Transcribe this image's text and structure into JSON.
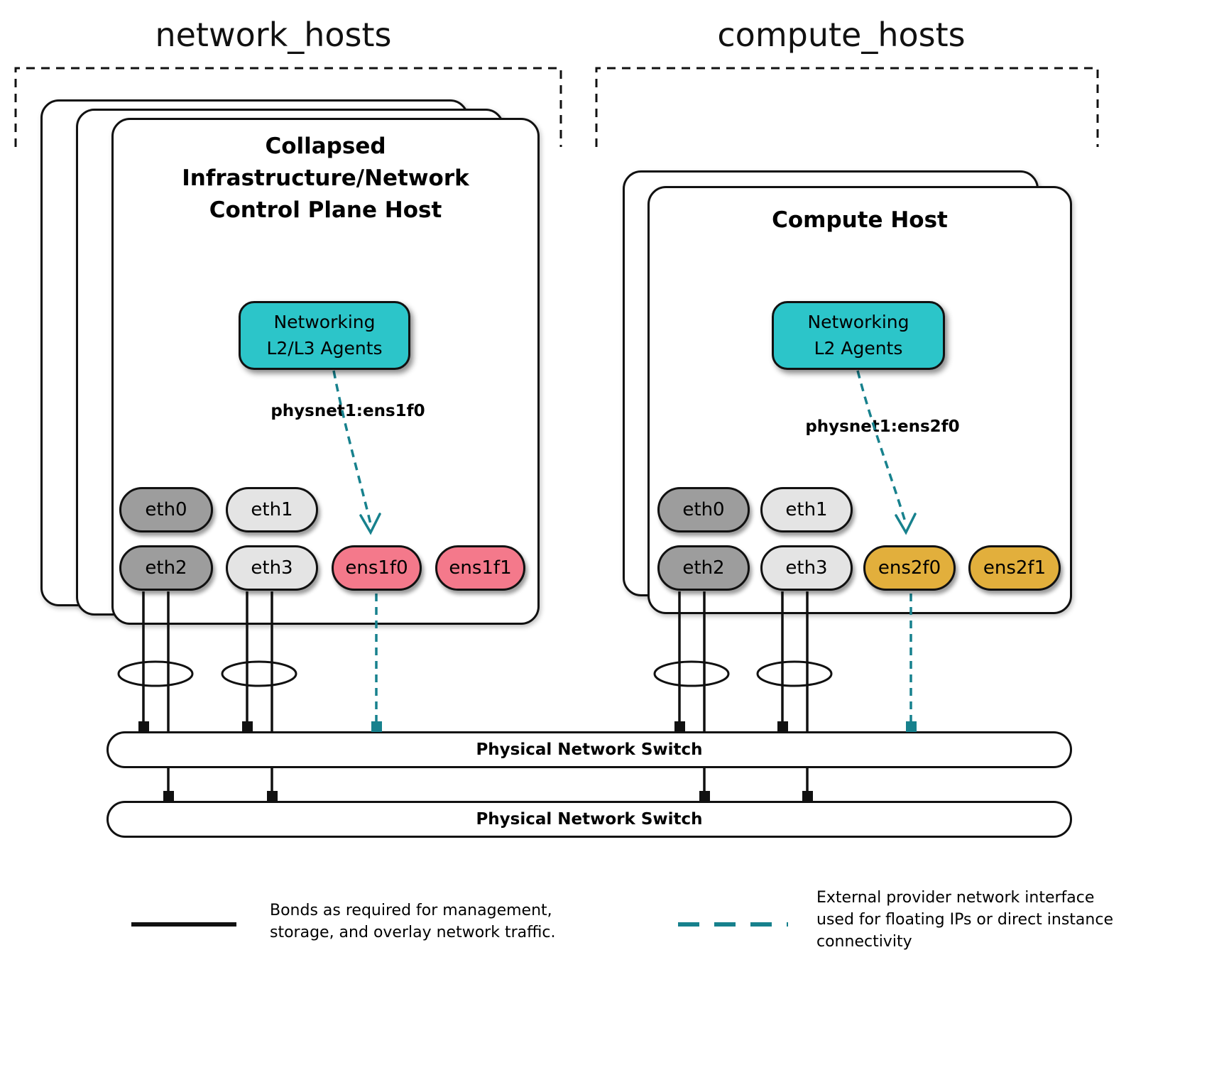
{
  "groups": {
    "network_hosts": {
      "label": "network_hosts"
    },
    "compute_hosts": {
      "label": "compute_hosts"
    }
  },
  "network_host": {
    "title": "Collapsed\nInfrastructure/Network\nControl Plane Host",
    "agent": "Networking\nL2/L3 Agents",
    "physnet": "physnet1:ens1f0",
    "nics": {
      "eth0": "eth0",
      "eth1": "eth1",
      "eth2": "eth2",
      "eth3": "eth3",
      "ens1f0": "ens1f0",
      "ens1f1": "ens1f1"
    }
  },
  "compute_host": {
    "title": "Compute Host",
    "agent": "Networking\nL2 Agents",
    "physnet": "physnet1:ens2f0",
    "nics": {
      "eth0": "eth0",
      "eth1": "eth1",
      "eth2": "eth2",
      "eth3": "eth3",
      "ens2f0": "ens2f0",
      "ens2f1": "ens2f1"
    }
  },
  "switches": {
    "top": "Physical Network Switch",
    "bottom": "Physical Network Switch"
  },
  "legend": {
    "bond_text": "Bonds as required for management, storage, and overlay network traffic.",
    "external_text": "External provider network interface used for floating IPs or direct instance connectivity"
  },
  "colors": {
    "agent_teal": "#2cc5c9",
    "dashed_teal": "#17818d",
    "provider_pink": "#f4798b",
    "provider_gold": "#e2af3c",
    "nic_dark_gray": "#9d9d9d",
    "nic_light_gray": "#e4e4e4"
  }
}
